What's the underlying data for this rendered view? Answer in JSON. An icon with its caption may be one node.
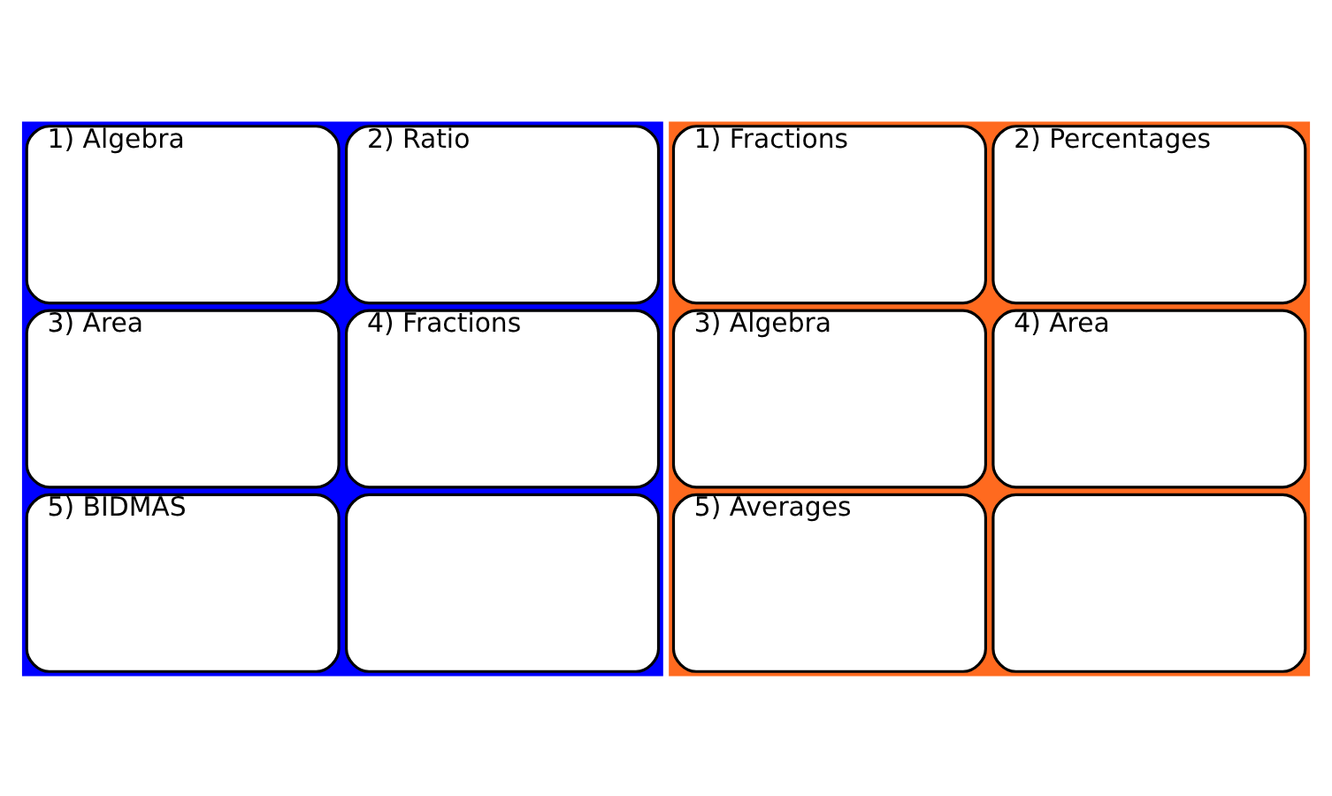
{
  "diagram": {
    "nodes": [
      {
        "text": [],
        "shape": "box"
      },
      {
        "text": [
          "1) Algebra"
        ],
        "in": 0
      },
      {
        "text": [
          "2) Ratio"
        ],
        "in": 0
      },
      {
        "text": [
          "3) Area"
        ],
        "in": 0
      },
      {
        "text": [
          "4) Fractions"
        ],
        "in": 0
      },
      {
        "text": [
          "5) BIDMAS"
        ],
        "in": 0
      },
      {
        "text": [],
        "shape": "box",
        "in": 0
      },
      {
        "text": [],
        "shape": "box"
      },
      {
        "text": [
          "1) Fractions"
        ],
        "in": 7
      },
      {
        "text": [
          "2) Percentages"
        ],
        "in": 7
      },
      {
        "text": [
          "3) Algebra"
        ],
        "in": 7
      },
      {
        "text": [
          "4) Area"
        ],
        "in": 7
      },
      {
        "text": [
          "5) Averages"
        ],
        "in": 7
      },
      {
        "text": [],
        "shape": "box",
        "in": 7
      }
    ],
    "edges": []
  }
}
